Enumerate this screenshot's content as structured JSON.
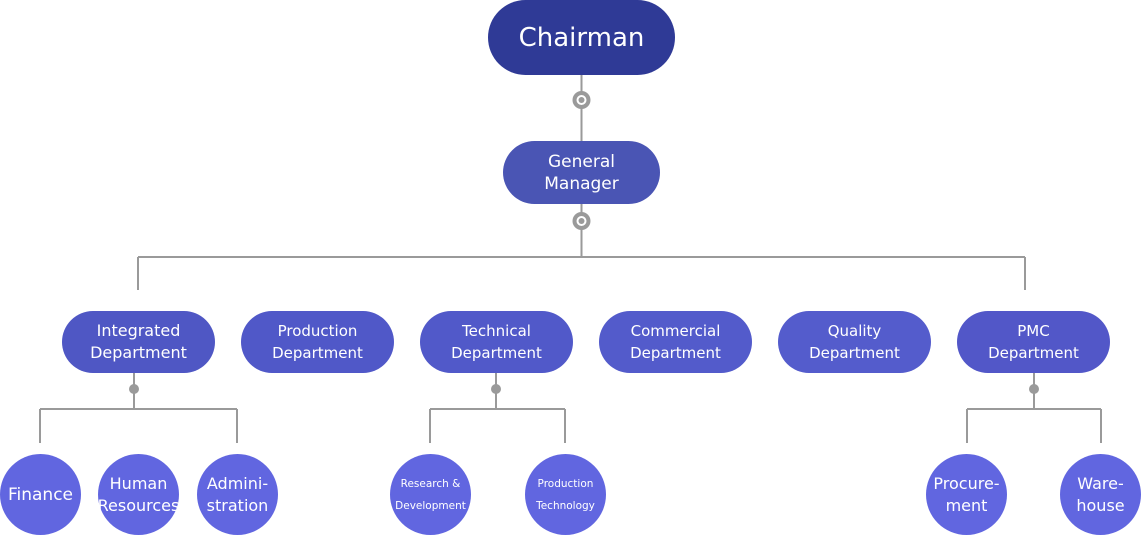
{
  "colors": {
    "chairman": "#2f3a96",
    "general_manager": "#4a55b4",
    "departments": [
      "#4f57c4",
      "#5058c8",
      "#5159c9",
      "#535bcb",
      "#545ccc",
      "#5257c8"
    ],
    "sub_units": "#6166e0",
    "connector": "#9a9a9a"
  },
  "chairman": {
    "label": "Chairman"
  },
  "general_manager": {
    "line1": "General",
    "line2": "Manager"
  },
  "departments": [
    {
      "line1": "Integrated",
      "line2": "Department"
    },
    {
      "line1": "Production",
      "line2": "Department"
    },
    {
      "line1": "Technical",
      "line2": "Department"
    },
    {
      "line1": "Commercial",
      "line2": "Department"
    },
    {
      "line1": "Quality",
      "line2": "Department"
    },
    {
      "line1": "PMC",
      "line2": "Department"
    }
  ],
  "integrated_units": [
    {
      "line1": "Finance",
      "line2": ""
    },
    {
      "line1": "Human",
      "line2": "Resources"
    },
    {
      "line1": "Admini-",
      "line2": "stration"
    }
  ],
  "technical_units": [
    {
      "line1": "Research &",
      "line2": "Development"
    },
    {
      "line1": "Production",
      "line2": "Technology"
    }
  ],
  "pmc_units": [
    {
      "line1": "Procure-",
      "line2": "ment"
    },
    {
      "line1": "Ware-",
      "line2": "house"
    }
  ]
}
